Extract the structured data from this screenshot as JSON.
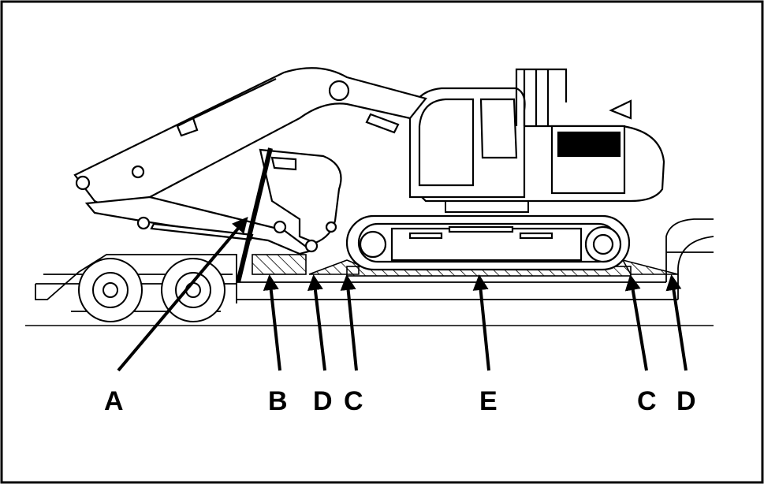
{
  "callouts": {
    "a": "A",
    "b": "B",
    "d1": "D",
    "c1": "C",
    "e": "E",
    "c2": "C",
    "d2": "D"
  },
  "colors": {
    "ink": "#000000",
    "paper": "#ffffff",
    "hatch": "#000000"
  }
}
